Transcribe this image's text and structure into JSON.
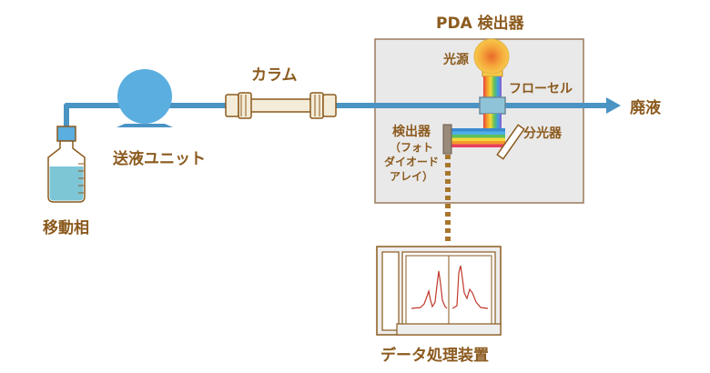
{
  "labels": {
    "detector_title": "PDA 検出器",
    "column": "カラム",
    "waste": "廃液",
    "light_source": "光源",
    "flow_cell": "フローセル",
    "spectrometer": "分光器",
    "detector_line1": "検出器",
    "detector_line2": "（フォト",
    "detector_line3": "ダイオード",
    "detector_line4": "アレイ）",
    "pump_unit": "送液ユニット",
    "mobile_phase": "移動相",
    "data_processor": "データ処理装置"
  },
  "colors": {
    "pipe": "#4a94c4",
    "component_blue": "#5aaee0",
    "label_brown": "#8b5a1e",
    "box_gray": "#e9e9e9",
    "box_border": "#9a7a5a",
    "column_fill": "#f4ecd8",
    "liquid": "#7cc6d6",
    "chromatogram": "#c0392b",
    "dashed_link": "#a8762c"
  },
  "icons": {
    "pump": "pump-icon",
    "bottle": "solvent-bottle-icon",
    "column": "column-icon",
    "lamp": "light-source-icon",
    "monitor": "monitor-icon"
  }
}
